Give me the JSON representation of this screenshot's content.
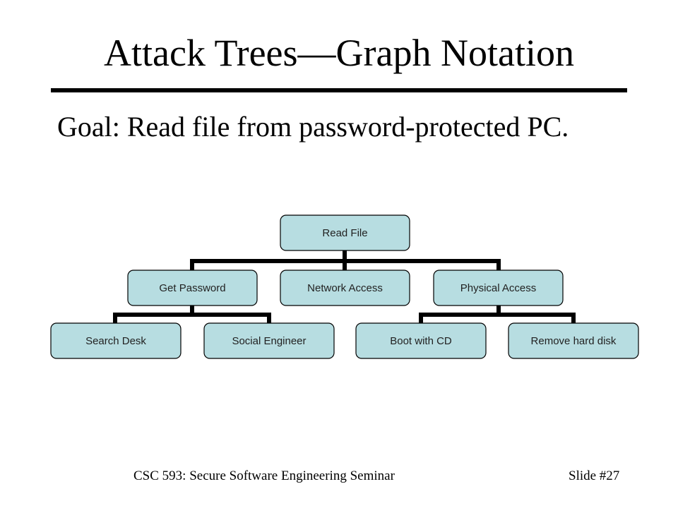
{
  "slide": {
    "title": "Attack Trees—Graph Notation",
    "goal": "Goal: Read file from password-protected PC.",
    "footer_left": "CSC 593: Secure Software Engineering Seminar",
    "footer_right": "Slide #27"
  },
  "colors": {
    "node_fill": "#b7dde1",
    "node_border": "#000000",
    "connector": "#000000"
  },
  "tree": {
    "root": {
      "id": "read-file",
      "label": "Read File"
    },
    "level1": [
      {
        "id": "get-password",
        "label": "Get Password"
      },
      {
        "id": "network-access",
        "label": "Network Access"
      },
      {
        "id": "physical-access",
        "label": "Physical Access"
      }
    ],
    "level2": [
      {
        "id": "search-desk",
        "label": "Search Desk",
        "parent": "get-password"
      },
      {
        "id": "social-engineer",
        "label": "Social Engineer",
        "parent": "get-password"
      },
      {
        "id": "boot-with-cd",
        "label": "Boot with CD",
        "parent": "physical-access"
      },
      {
        "id": "remove-hard-disk",
        "label": "Remove hard disk",
        "parent": "physical-access"
      }
    ]
  }
}
